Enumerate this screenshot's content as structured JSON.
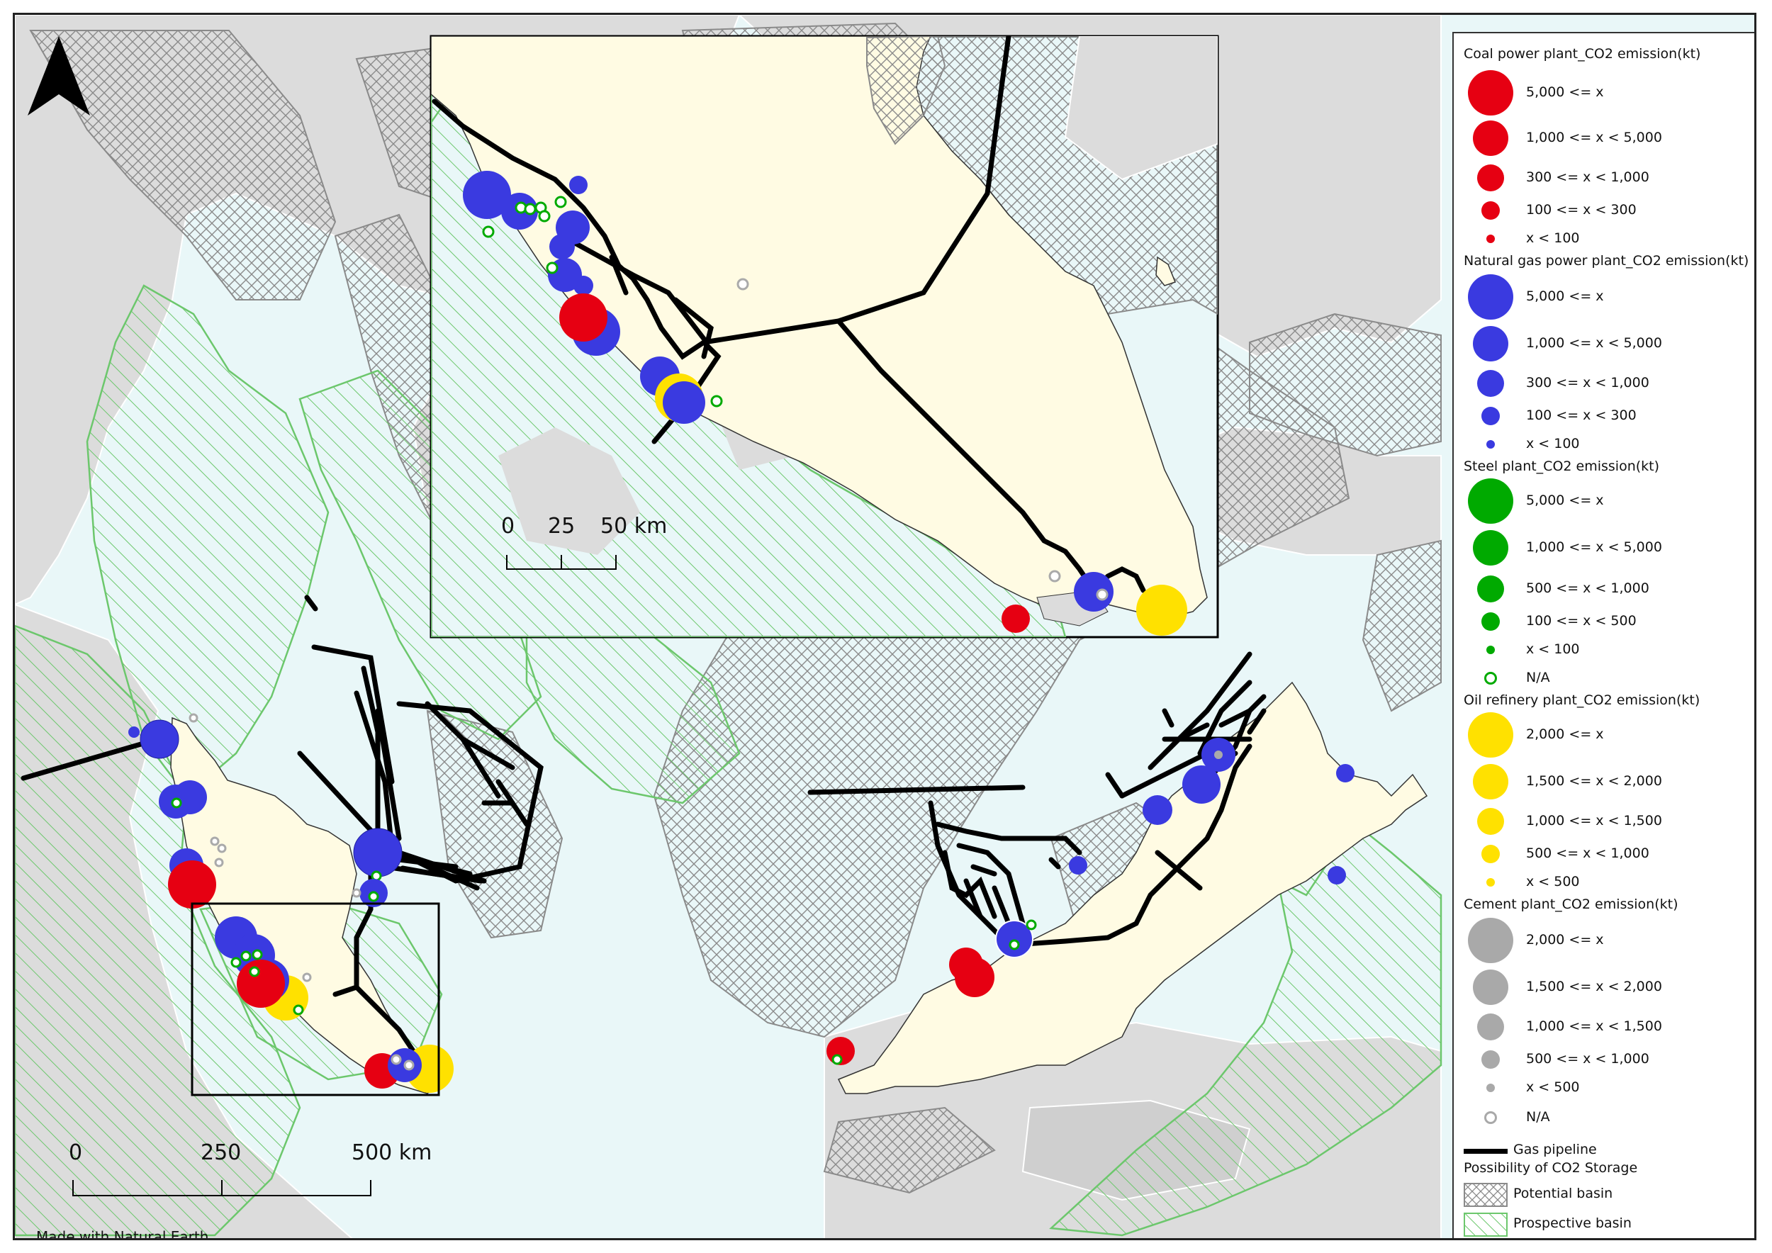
{
  "credit": "Made with Natural Earth.",
  "north_arrow": "north-arrow-icon",
  "colors": {
    "sea": "#e9f7f8",
    "land_other": "#dcdcdc",
    "land_focus": "#fffbe3",
    "coal": "#e60012",
    "gas": "#3a3ae0",
    "steel": "#00aa00",
    "oil": "#ffe100",
    "cement": "#a9a9a9",
    "prospective": "#6cc76c",
    "pipeline": "#000000"
  },
  "scale_main": {
    "ticks": [
      "0",
      "250",
      "500 km"
    ]
  },
  "scale_inset": {
    "ticks": [
      "0",
      "25",
      "50 km"
    ]
  },
  "legend": {
    "coal": {
      "title": "Coal power plant_CO2 emission(kt)",
      "classes": [
        "5,000 <= x",
        "1,000 <= x < 5,000",
        "300 <= x < 1,000",
        "100 <= x < 300",
        "x < 100"
      ]
    },
    "gas": {
      "title": "Natural gas power plant_CO2 emission(kt)",
      "classes": [
        "5,000 <= x",
        "1,000 <= x < 5,000",
        "300 <= x < 1,000",
        "100 <= x < 300",
        "x < 100"
      ]
    },
    "steel": {
      "title": "Steel plant_CO2 emission(kt)",
      "classes": [
        "5,000 <= x",
        "1,000 <= x < 5,000",
        "500 <= x < 1,000",
        "100 <= x < 500",
        "x < 100",
        "N/A"
      ]
    },
    "oil": {
      "title": "Oil refinery plant_CO2 emission(kt)",
      "classes": [
        "2,000 <= x",
        "1,500 <= x < 2,000",
        "1,000 <= x < 1,500",
        "500 <= x < 1,000",
        "x < 500"
      ]
    },
    "cement": {
      "title": "Cement plant_CO2 emission(kt)",
      "classes": [
        "2,000 <= x",
        "1,500 <= x < 2,000",
        "1,000 <= x < 1,500",
        "500 <= x < 1,000",
        "x < 500",
        "N/A"
      ]
    },
    "pipeline_label": "Gas pipeline",
    "storage_title": "Possibility of CO2 Storage",
    "potential_label": "Potential basin",
    "prospective_label": "Prospective basin"
  }
}
